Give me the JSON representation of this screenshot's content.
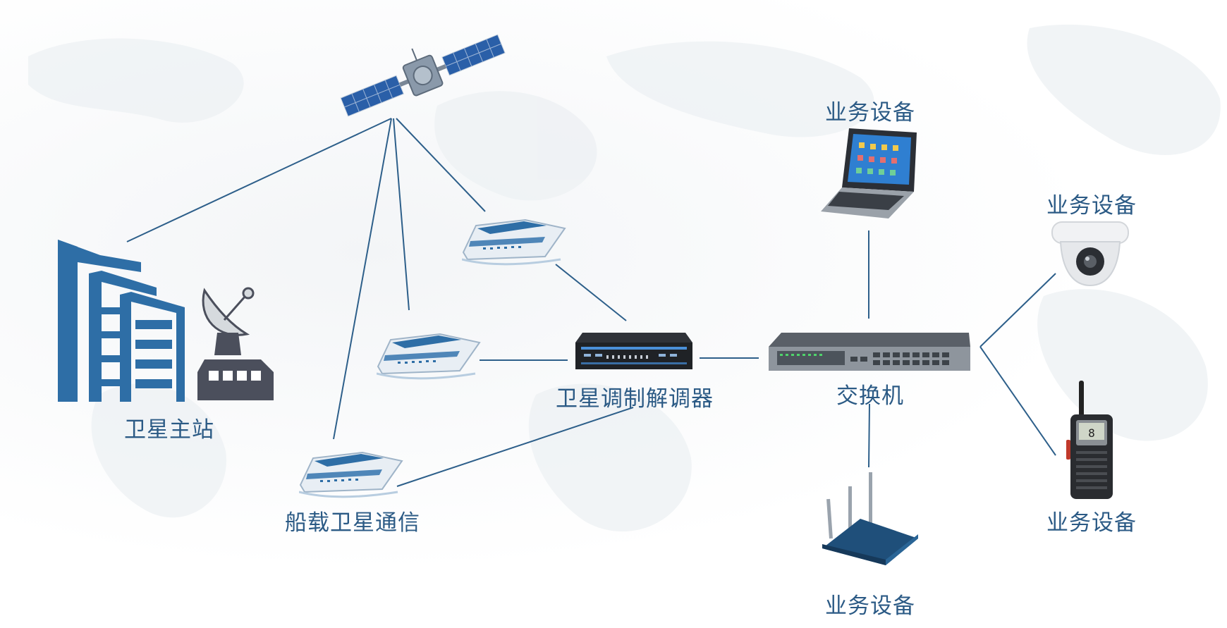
{
  "colors": {
    "line": "#2d5f8a",
    "label": "#2b5a85",
    "building": "#2e6ea6",
    "dish": "#4b4f5c"
  },
  "labels": {
    "ground_station": "卫星主站",
    "shipborne": "船载卫星通信",
    "modem": "卫星调制解调器",
    "switch": "交换机",
    "device_laptop": "业务设备",
    "device_camera": "业务设备",
    "device_radio": "业务设备",
    "device_router": "业务设备"
  },
  "icons": [
    "satellite-icon",
    "building-icon",
    "dish-antenna-icon",
    "ship-icon",
    "modem-icon",
    "switch-icon",
    "laptop-icon",
    "camera-icon",
    "radio-icon",
    "router-icon"
  ],
  "radio_display": "8"
}
